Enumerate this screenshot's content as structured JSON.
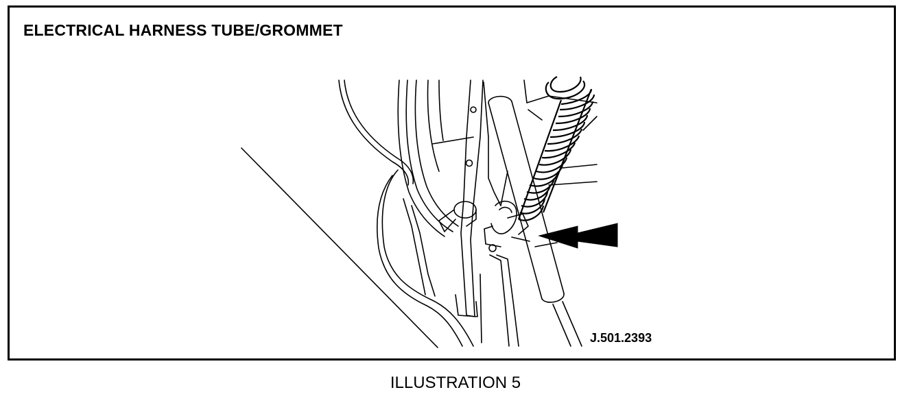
{
  "diagram": {
    "title": "ELECTRICAL HARNESS TUBE/GROMMET",
    "reference_code": "J.501.2393",
    "caption": "ILLUSTRATION 5",
    "line_color": "#000000",
    "background_color": "#ffffff",
    "callout": "arrow-pointing-left"
  }
}
